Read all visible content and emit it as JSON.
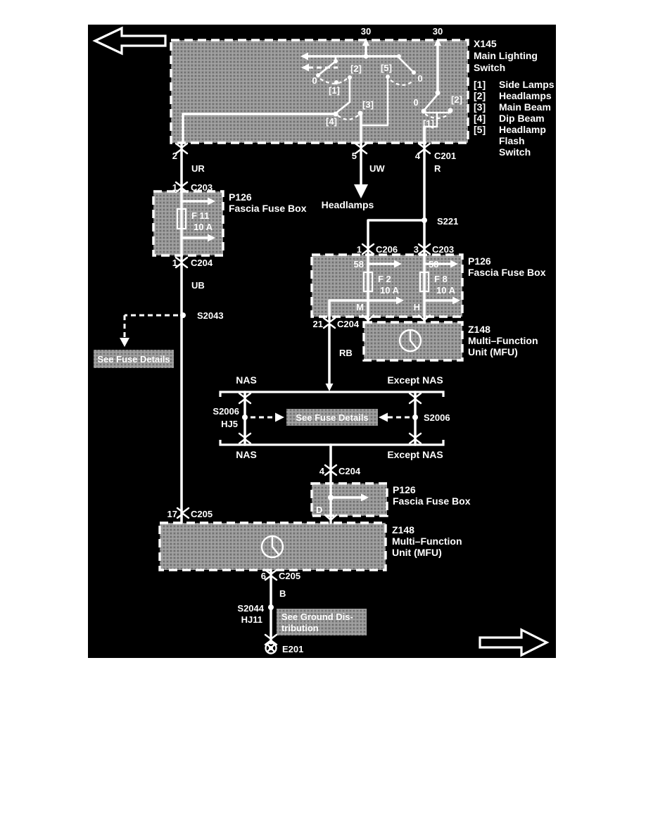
{
  "lighting_switch": {
    "id": "X145",
    "name_line1": "Main Lighting",
    "name_line2": "Switch",
    "feed_left": "30",
    "feed_right": "30",
    "positions": {
      "off_left": "0",
      "off_upper_right": "0",
      "off_lower_right": "0",
      "left_1": "[1]",
      "left_2": "[2]",
      "beam_3": "[3]",
      "beam_4": "[4]",
      "flash_5": "[5]",
      "right_1": "[1]",
      "right_2": "[2]"
    },
    "legend": [
      {
        "key": "[1]",
        "label": "Side Lamps"
      },
      {
        "key": "[2]",
        "label": "Headlamps"
      },
      {
        "key": "[3]",
        "label": "Main Beam"
      },
      {
        "key": "[4]",
        "label": "Dip Beam"
      },
      {
        "key": "[5]",
        "label": "Headlamp"
      },
      {
        "key": "",
        "label": "Flash"
      },
      {
        "key": "",
        "label": "Switch"
      }
    ],
    "pins": {
      "pin2": "2",
      "pin5": "5",
      "pin4": "4",
      "connector": "C201"
    }
  },
  "wire_labels": {
    "ur": "UR",
    "uw": "UW",
    "r": "R",
    "ub": "UB",
    "rb": "RB",
    "b": "B"
  },
  "headlamps_feed": {
    "label": "Headlamps"
  },
  "fuse_box_f11": {
    "pin_in": "1",
    "connector_in": "C203",
    "id": "P126",
    "name": "Fascia Fuse Box",
    "fuse": "F 11",
    "rating": "10 A",
    "pin_out": "1",
    "connector_out": "C204"
  },
  "splice_s2043": {
    "id": "S2043",
    "callout": "See Fuse Details"
  },
  "splice_s221": {
    "id": "S221"
  },
  "fuse_box_f2_f8": {
    "pin_in1": "1",
    "connector_in1": "C206",
    "pin_in2": "3",
    "connector_in2": "C203",
    "id": "P126",
    "name": "Fascia Fuse Box",
    "terminal1": "58",
    "terminal2": "58",
    "fuse1": "F 2",
    "rating1": "10 A",
    "fuse2": "F 8",
    "rating2": "10 A",
    "out1": "M",
    "out2": "H",
    "pin_out": "21",
    "connector_out": "C204"
  },
  "mfu_upper": {
    "id": "Z148",
    "name_line1": "Multi–Function",
    "name_line2": "Unit (MFU)"
  },
  "market_section": {
    "nas_top": "NAS",
    "except_nas_top": "Except NAS",
    "nas_bottom": "NAS",
    "except_nas_bottom": "Except NAS",
    "splice_left_id": "S2006",
    "splice_left_ref": "HJ5",
    "splice_right_id": "S2006",
    "callout": "See Fuse Details",
    "pin_out": "4",
    "connector_out": "C204"
  },
  "fuse_box_d": {
    "id": "P126",
    "name": "Fascia Fuse Box",
    "output": "D"
  },
  "mfu_lower": {
    "pin_in": "17",
    "connector_in": "C205",
    "id": "Z148",
    "name_line1": "Multi–Function",
    "name_line2": "Unit (MFU)",
    "pin_out": "6",
    "connector_out": "C205"
  },
  "ground_path": {
    "splice_id": "S2044",
    "splice_ref": "HJ11",
    "callout_line1": "See Ground Dis-",
    "callout_line2": "tribution",
    "ground_id": "E201"
  },
  "colors": {
    "background": "#000000",
    "foreground": "#ffffff",
    "box_fill": "#8f8f8f",
    "page": "#ffffff"
  }
}
